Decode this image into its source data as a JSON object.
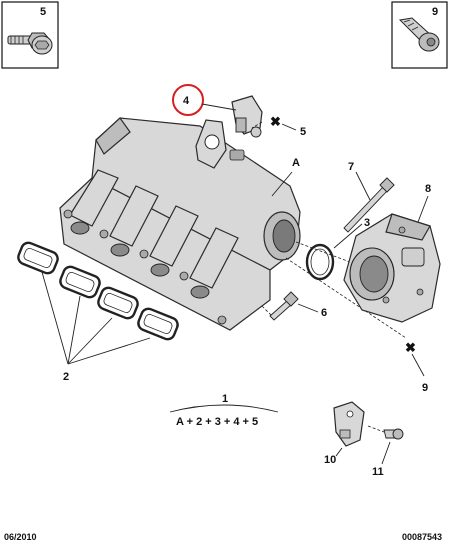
{
  "callouts": {
    "part_1": "1",
    "part_2": "2",
    "part_3": "3",
    "part_4": "4",
    "part_5_box": "5",
    "part_5": "5",
    "part_6": "6",
    "part_7": "7",
    "part_8": "8",
    "part_9_box": "9",
    "part_9": "9",
    "part_10": "10",
    "part_11": "11",
    "view_a": "A"
  },
  "assembly_formula": "A + 2 + 3 + 4 + 5",
  "footer": {
    "date": "06/2010",
    "reference": "00087543"
  },
  "colors": {
    "highlight_circle": "#d81e1e",
    "part_fill": "#d8d8d8",
    "outline": "#2b2b2b"
  }
}
